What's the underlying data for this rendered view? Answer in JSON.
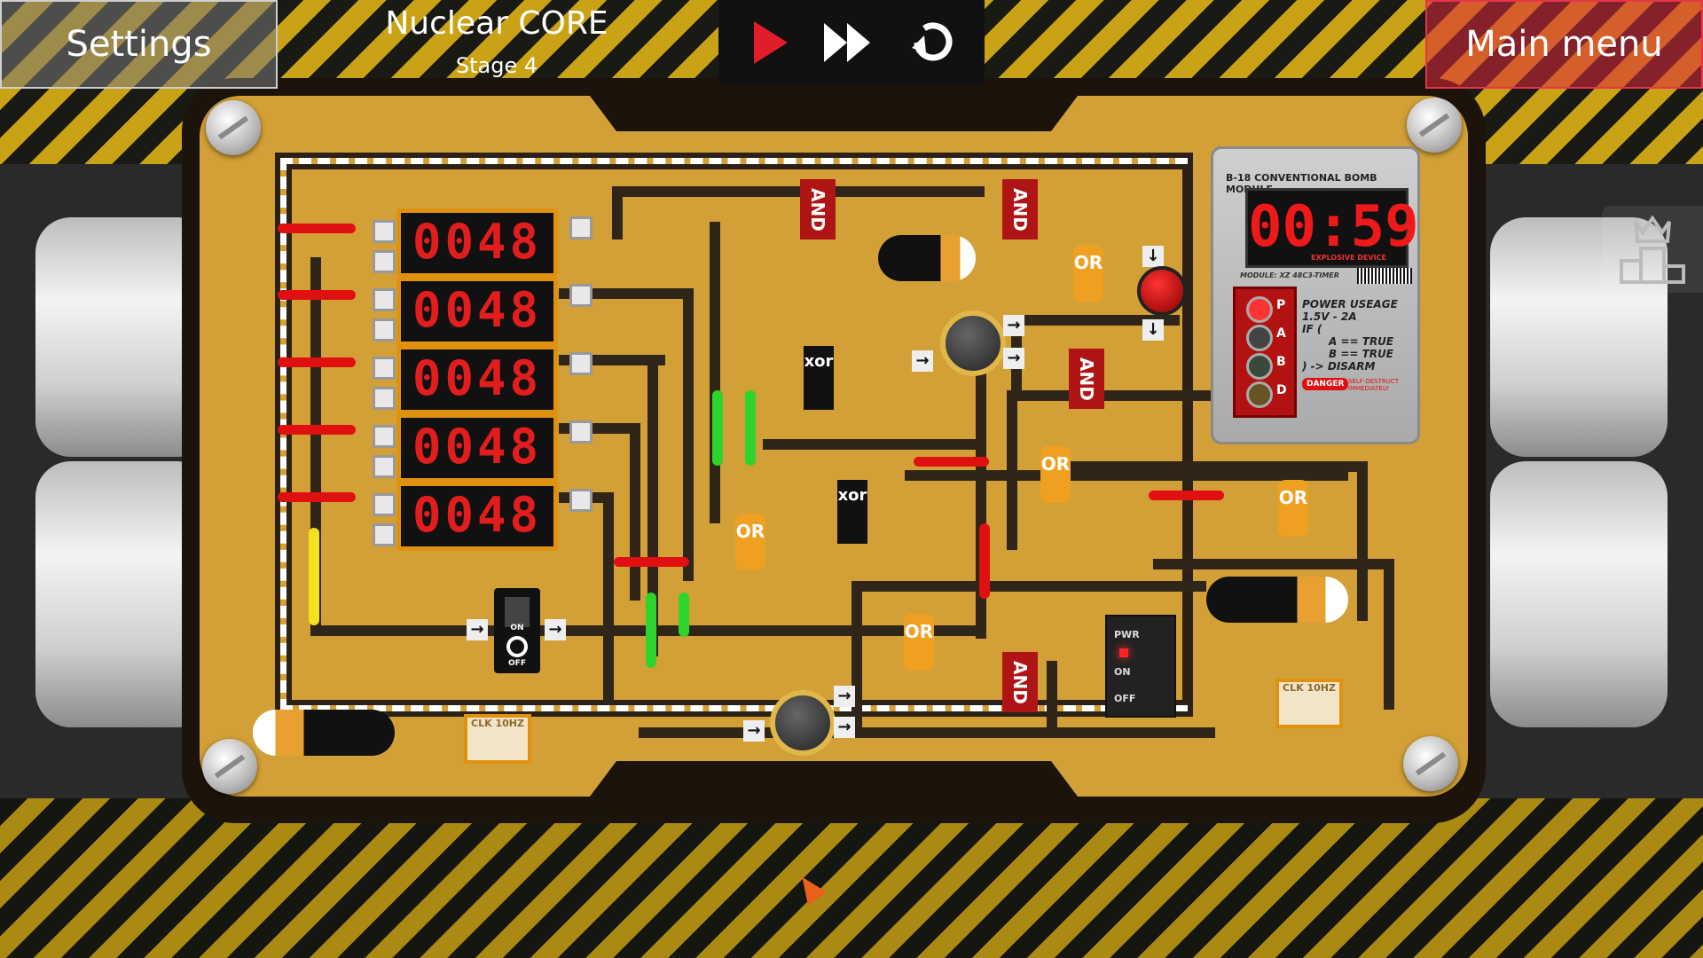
{
  "hud": {
    "settings_label": "Settings",
    "main_menu_label": "Main menu",
    "level_title": "Nuclear CORE",
    "level_stage": "Stage 4",
    "controls": {
      "play_icon": "play-icon",
      "fast_forward_icon": "fast-forward-icon",
      "restart_icon": "restart-icon",
      "play_color": "#e21d2a"
    },
    "ranking_icon": "leaderboard-crown-icon"
  },
  "board": {
    "counters": [
      "0048",
      "0048",
      "0048",
      "0048",
      "0048"
    ],
    "gates": {
      "and_label": "AND",
      "or_label": "OR",
      "xor_label": "xor"
    },
    "clock_label": "CLK 10HZ",
    "switch": {
      "on_label": "ON",
      "off_label": "OFF"
    },
    "power_module": {
      "pwr": "PWR",
      "on": "ON",
      "off": "OFF"
    }
  },
  "bomb_module": {
    "title": "B-18 CONVENTIONAL BOMB MODULE",
    "timer": "00:59",
    "explosive": "EXPLOSIVE DEVICE",
    "module_line": "MODULE: XZ 48C3-TIMER",
    "leds": [
      "P",
      "A",
      "B",
      "D"
    ],
    "info_lines": [
      "POWER USEAGE",
      "1.5V - 2A",
      "IF (",
      "A == TRUE",
      "B == TRUE",
      ") -> DISARM"
    ],
    "danger_label": "DANGER",
    "danger_text": "SELF-DESTRUCT IMMEDIATELY"
  },
  "colors": {
    "board": "#d2a036",
    "trace": "#2f2619",
    "counter_digits": "#e21d1d",
    "wire_red": "#e01010",
    "wire_green": "#2ed42e",
    "wire_yellow": "#f2e21e"
  }
}
